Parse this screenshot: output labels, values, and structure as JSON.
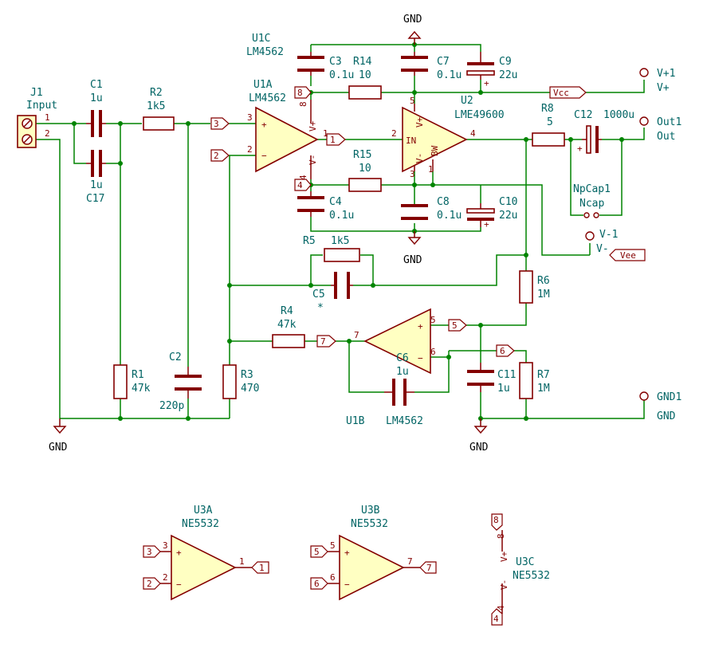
{
  "components": {
    "J1": {
      "ref": "J1",
      "value": "Input",
      "pin1": "1",
      "pin2": "2"
    },
    "C1": {
      "ref": "C1",
      "value": "1u"
    },
    "C17": {
      "ref": "C17",
      "value": "1u"
    },
    "R2": {
      "ref": "R2",
      "value": "1k5"
    },
    "R1": {
      "ref": "R1",
      "value": "47k"
    },
    "C2": {
      "ref": "C2",
      "value": "220p"
    },
    "R3": {
      "ref": "R3",
      "value": "470"
    },
    "U1A": {
      "ref": "U1A",
      "value": "LM4562",
      "pin_plus": "3",
      "pin_minus": "2",
      "pin_out": "1"
    },
    "U1B": {
      "ref": "U1B",
      "value": "LM4562",
      "pin_plus": "5",
      "pin_minus": "6",
      "pin_out": "7"
    },
    "U1C": {
      "ref": "U1C",
      "value": "LM4562",
      "pin_top": "8",
      "pin_bot": "4",
      "vplus": "V+",
      "vminus": "V-"
    },
    "C3": {
      "ref": "C3",
      "value": "0.1u"
    },
    "C4": {
      "ref": "C4",
      "value": "0.1u"
    },
    "R14": {
      "ref": "R14",
      "value": "10"
    },
    "R15": {
      "ref": "R15",
      "value": "10"
    },
    "C7": {
      "ref": "C7",
      "value": "0.1u"
    },
    "C8": {
      "ref": "C8",
      "value": "0.1u"
    },
    "C9": {
      "ref": "C9",
      "value": "22u"
    },
    "C10": {
      "ref": "C10",
      "value": "22u"
    },
    "U2": {
      "ref": "U2",
      "value": "LME49600",
      "in": "IN",
      "bw": "BW",
      "vplus": "V+",
      "vminus": "V-",
      "pin_in": "2",
      "pin_out": "4",
      "pin_vp": "5",
      "pin_vm": "3",
      "pin_bw": "1"
    },
    "R8": {
      "ref": "R8",
      "value": "5"
    },
    "C12": {
      "ref": "C12",
      "value": "1000u"
    },
    "NpCap1": {
      "ref": "NpCap1",
      "value": "Ncap"
    },
    "R5": {
      "ref": "R5",
      "value": "1k5"
    },
    "C5": {
      "ref": "C5",
      "value": "*"
    },
    "R4": {
      "ref": "R4",
      "value": "47k"
    },
    "R6": {
      "ref": "R6",
      "value": "1M"
    },
    "R7": {
      "ref": "R7",
      "value": "1M"
    },
    "C6": {
      "ref": "C6",
      "value": "1u"
    },
    "C11": {
      "ref": "C11",
      "value": "1u"
    },
    "U3A": {
      "ref": "U3A",
      "value": "NE5532",
      "pin_plus": "3",
      "pin_minus": "2",
      "pin_out": "1"
    },
    "U3B": {
      "ref": "U3B",
      "value": "NE5532",
      "pin_plus": "5",
      "pin_minus": "6",
      "pin_out": "7"
    },
    "U3C": {
      "ref": "U3C",
      "value": "NE5532",
      "pin_top": "8",
      "pin_bot": "4",
      "vplus": "V+",
      "vminus": "V-"
    }
  },
  "net_labels": {
    "n3": "3",
    "n2": "2",
    "n8": "8",
    "n1": "1",
    "n4": "4",
    "n7": "7",
    "n5": "5",
    "n6": "6",
    "vcc": "Vcc",
    "vee": "Vee",
    "u3a_in_plus": "3",
    "u3a_in_minus": "2",
    "u3a_out": "1",
    "u3b_in_plus": "5",
    "u3b_in_minus": "6",
    "u3b_out": "7",
    "u3c_top": "8",
    "u3c_bot": "4"
  },
  "power": {
    "gnd": "GND",
    "vp1_ref": "V+1",
    "vp1_val": "V+",
    "out1_ref": "Out1",
    "out1_val": "Out",
    "vm1_ref": "V-1",
    "vm1_val": "V-",
    "gnd1_ref": "GND1",
    "gnd1_val": "GND"
  },
  "colors": {
    "wire": "#008400",
    "component": "#840000",
    "opamp_fill": "#ffffc2",
    "reference": "#006464"
  }
}
